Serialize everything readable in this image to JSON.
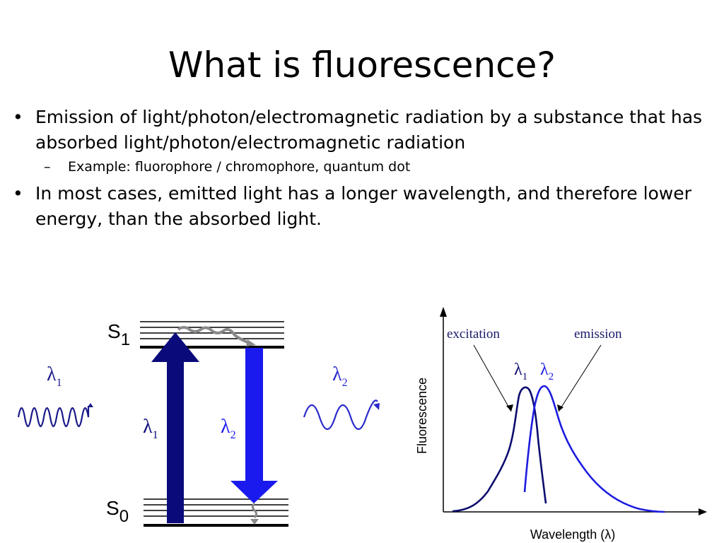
{
  "slide": {
    "title": "What is fluorescence?",
    "bullets": [
      {
        "marker": "•",
        "text": "Emission of light/photon/electromagnetic radiation by a substance that has absorbed light/photon/electromagnetic radiation",
        "sub": [
          {
            "marker": "–",
            "text": "Example: fluorophore / chromophore, quantum dot"
          }
        ]
      },
      {
        "marker": "•",
        "text": "In most cases, emitted light has a longer wavelength, and therefore lower energy, than the absorbed light."
      }
    ]
  },
  "jablonski": {
    "s1_label": "S",
    "s1_sub": "1",
    "s0_label": "S",
    "s0_sub": "0",
    "lambda": "λ",
    "excite_sub": "1",
    "emit_sub": "2",
    "colors": {
      "excitation": "#0a0a7a",
      "emission": "#1a1aee",
      "relax": "#888888",
      "wave_absorbed": "#1a1a8a",
      "wave_emitted": "#2a2acc"
    }
  },
  "spectrum": {
    "ylabel": "Fluorescence",
    "xlabel": "Wavelength (λ)",
    "excitation_label": "excitation",
    "emission_label": "emission",
    "lambda": "λ",
    "lambda1_sub": "1",
    "lambda2_sub": "2",
    "colors": {
      "excitation": "#0b0b6e",
      "emission": "#1c1ce0",
      "label": "#1a1a6a"
    }
  }
}
